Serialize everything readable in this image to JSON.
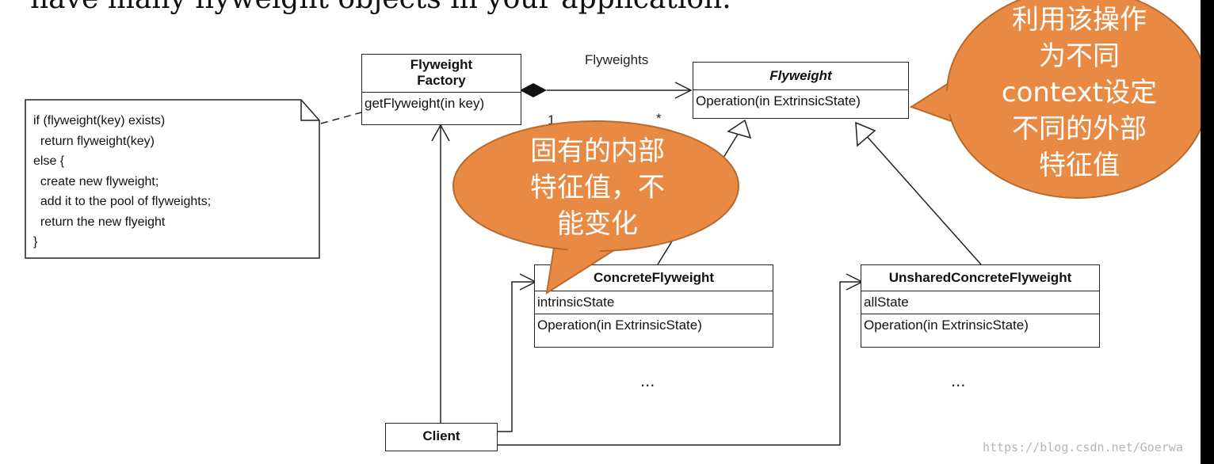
{
  "heading": "have many flyweight objects in your application.",
  "flyweight_factory": {
    "title_line1": "Flyweight",
    "title_line2": "Factory",
    "method": "getFlyweight(in key)"
  },
  "flyweight": {
    "title": "Flyweight",
    "method": "Operation(in ExtrinsicState)"
  },
  "concrete_flyweight": {
    "title": "ConcreteFlyweight",
    "attribute": "intrinsicState",
    "method": "Operation(in ExtrinsicState)"
  },
  "unshared_flyweight": {
    "title": "UnsharedConcreteFlyweight",
    "attribute": "allState",
    "method": "Operation(in ExtrinsicState)"
  },
  "client": {
    "title": "Client"
  },
  "association": {
    "label": "Flyweights",
    "mult_left": "1",
    "mult_right": "*"
  },
  "ellipsis_left": "...",
  "ellipsis_right": "...",
  "note": "if (flyweight(key) exists)\n  return flyweight(key)\nelse {\n  create new flyweight;\n  add it to the pool of flyweights;\n  return the new flyeight\n}",
  "bubble_intrinsic": "固有的内部\n特征值，不\n能变化",
  "bubble_extrinsic": "利用该操作\n为不同\ncontext设定\n不同的外部\n特征值",
  "colors": {
    "bubble_fill": "#e98a44",
    "bubble_stroke": "#b86a2e",
    "line": "#222222"
  },
  "watermark": "https://blog.csdn.net/Goerwa"
}
